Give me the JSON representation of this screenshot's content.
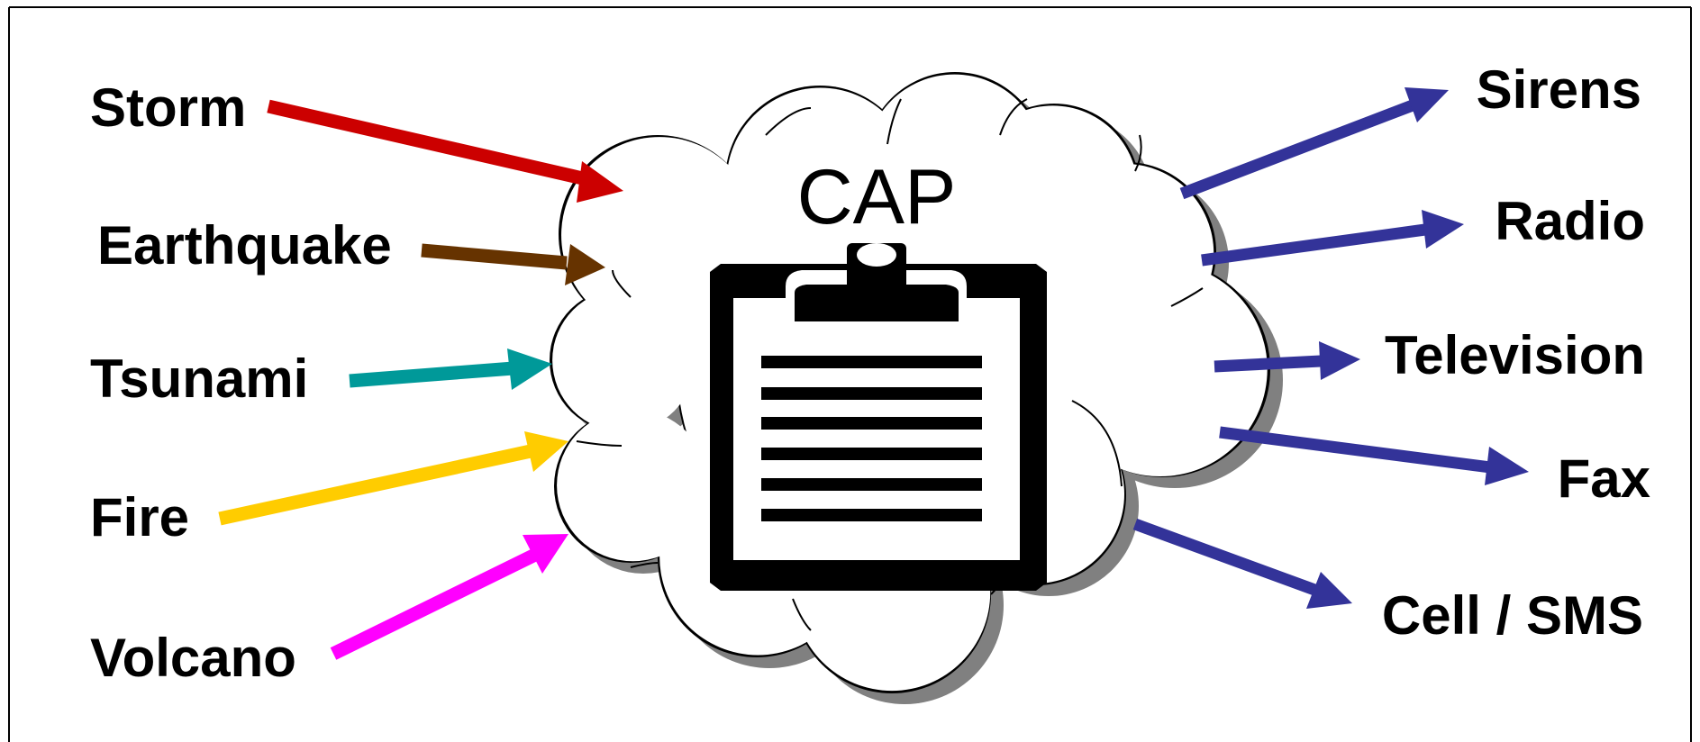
{
  "center": {
    "label": "CAP"
  },
  "inputs": [
    {
      "label": "Storm",
      "color": "#cc0000"
    },
    {
      "label": "Earthquake",
      "color": "#663300"
    },
    {
      "label": "Tsunami",
      "color": "#009999"
    },
    {
      "label": "Fire",
      "color": "#ffcc00"
    },
    {
      "label": "Volcano",
      "color": "#ff00ff"
    }
  ],
  "outputs": [
    {
      "label": "Sirens",
      "color": "#333399"
    },
    {
      "label": "Radio",
      "color": "#333399"
    },
    {
      "label": "Television",
      "color": "#333399"
    },
    {
      "label": "Fax",
      "color": "#333399"
    },
    {
      "label": "Cell / SMS",
      "color": "#333399"
    }
  ],
  "icons": {
    "center": "clipboard-icon",
    "background": "cloud-icon"
  }
}
